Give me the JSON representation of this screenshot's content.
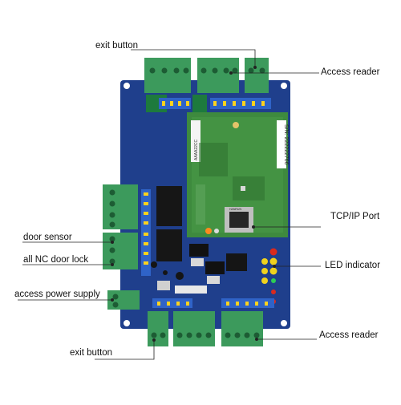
{
  "labels": {
    "exit_button_top": "exit button",
    "access_reader_top": "Access reader",
    "door_sensor": "door sensor",
    "nc_door_lock": "all NC door lock",
    "access_power_supply": "access power supply",
    "tcp_ip_port": "TCP/IP Port",
    "led_indicator": "LED indicator",
    "access_reader_bottom": "Access reader",
    "exit_button_bottom": "exit button"
  },
  "board": {
    "serial_label": "S/N: 222222766",
    "module_sticker": "AAAA22CC",
    "jack_text": "HANRUN"
  },
  "colors": {
    "pcb": "#1f3f8c",
    "module": "#3e8a3e",
    "terminal": "#3c9a5c",
    "callout_line": "#222222"
  }
}
